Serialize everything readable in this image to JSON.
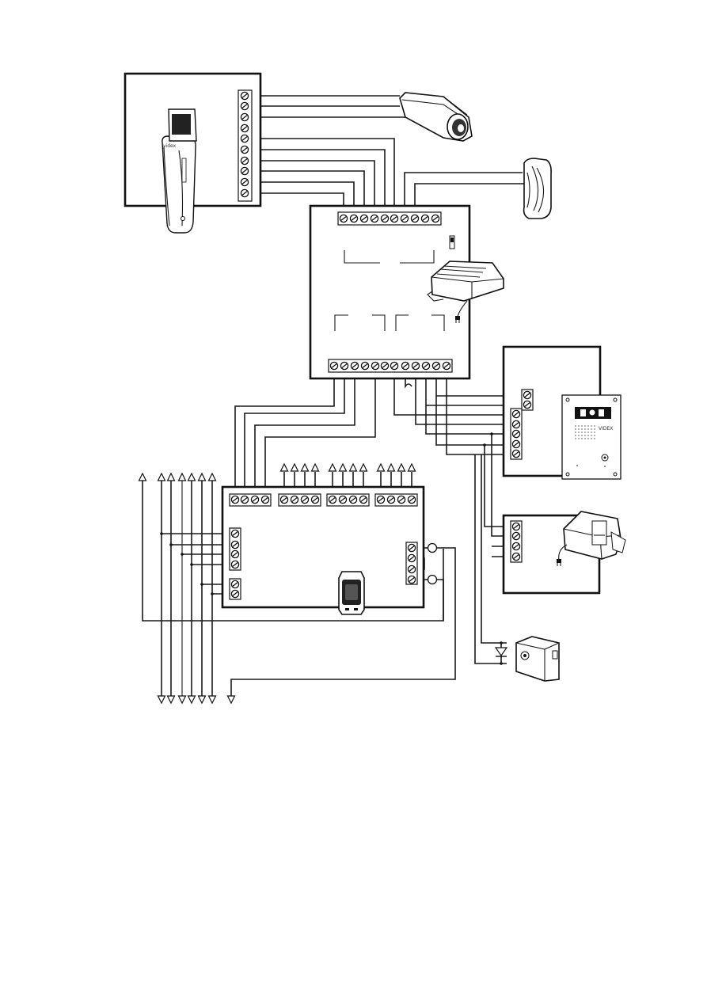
{
  "diagram": {
    "type": "wiring-diagram",
    "components": [
      {
        "id": "video-monitor",
        "icon": "video-handset-monitor-icon"
      },
      {
        "id": "cctv-camera",
        "icon": "cctv-camera-icon"
      },
      {
        "id": "audio-handset",
        "icon": "telephone-handset-icon"
      },
      {
        "id": "control-unit",
        "icon": "control-panel-icon"
      },
      {
        "id": "power-supply",
        "icon": "power-supply-icon"
      },
      {
        "id": "door-panel",
        "icon": "door-entry-panel-icon"
      },
      {
        "id": "distribution-module",
        "icon": "video-distributor-icon"
      },
      {
        "id": "transformer",
        "icon": "transformer-icon"
      },
      {
        "id": "electric-lock",
        "icon": "electric-lock-icon"
      }
    ],
    "panel_brand_text": "VIDEX",
    "handset_brand_text": "videx"
  }
}
